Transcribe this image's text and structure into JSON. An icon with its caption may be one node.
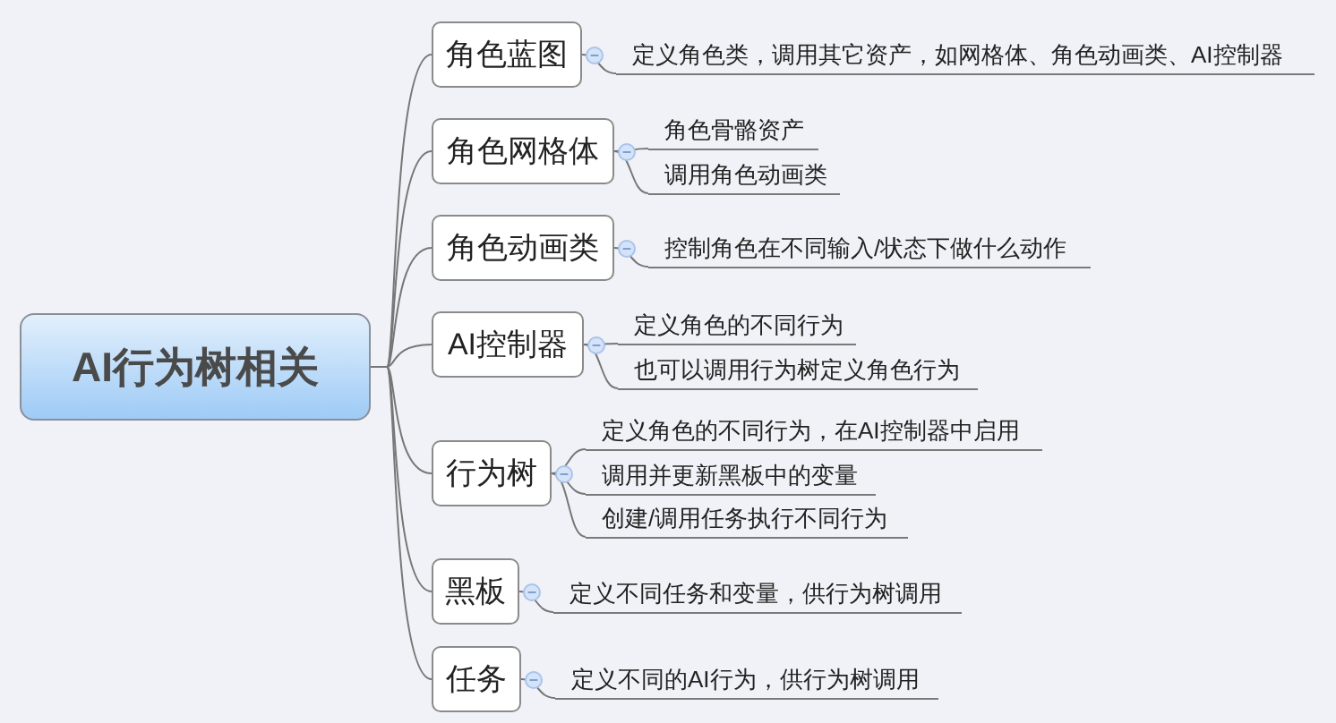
{
  "diagram": {
    "nodes": [
      {
        "text": [
          "AI行为树相关"
        ]
      },
      {
        "text": [
          "角色蓝图"
        ]
      },
      {
        "text": [
          "定义角色类，调用其它资产，如网格体、角色动画类、AI控制器"
        ]
      },
      {
        "text": [
          "角色网格体"
        ]
      },
      {
        "text": [
          "角色骨骼资产"
        ]
      },
      {
        "text": [
          "调用角色动画类"
        ]
      },
      {
        "text": [
          "角色动画类"
        ]
      },
      {
        "text": [
          "控制角色在不同输入/状态下做什么动作"
        ]
      },
      {
        "text": [
          "AI控制器"
        ]
      },
      {
        "text": [
          "定义角色的不同行为"
        ]
      },
      {
        "text": [
          "也可以调用行为树定义角色行为"
        ]
      },
      {
        "text": [
          "行为树"
        ]
      },
      {
        "text": [
          "定义角色的不同行为，在AI控制器中启用"
        ]
      },
      {
        "text": [
          "调用并更新黑板中的变量"
        ]
      },
      {
        "text": [
          "创建/调用任务执行不同行为"
        ]
      },
      {
        "text": [
          "黑板"
        ]
      },
      {
        "text": [
          "定义不同任务和变量，供行为树调用"
        ]
      },
      {
        "text": [
          "任务"
        ]
      },
      {
        "text": [
          "定义不同的AI行为，供行为树调用"
        ]
      }
    ],
    "edges": [
      {
        "from": 0,
        "to": 1,
        "arrow": "none"
      },
      {
        "from": 0,
        "to": 3,
        "arrow": "none"
      },
      {
        "from": 0,
        "to": 6,
        "arrow": "none"
      },
      {
        "from": 0,
        "to": 8,
        "arrow": "none"
      },
      {
        "from": 0,
        "to": 11,
        "arrow": "none"
      },
      {
        "from": 0,
        "to": 15,
        "arrow": "none"
      },
      {
        "from": 0,
        "to": 17,
        "arrow": "none"
      },
      {
        "from": 1,
        "to": 2,
        "arrow": "none"
      },
      {
        "from": 3,
        "to": 4,
        "arrow": "none"
      },
      {
        "from": 3,
        "to": 5,
        "arrow": "none"
      },
      {
        "from": 6,
        "to": 7,
        "arrow": "none"
      },
      {
        "from": 8,
        "to": 9,
        "arrow": "none"
      },
      {
        "from": 8,
        "to": 10,
        "arrow": "none"
      },
      {
        "from": 11,
        "to": 12,
        "arrow": "none"
      },
      {
        "from": 11,
        "to": 13,
        "arrow": "none"
      },
      {
        "from": 11,
        "to": 14,
        "arrow": "none"
      },
      {
        "from": 15,
        "to": 16,
        "arrow": "none"
      },
      {
        "from": 17,
        "to": 18,
        "arrow": "none"
      }
    ]
  }
}
